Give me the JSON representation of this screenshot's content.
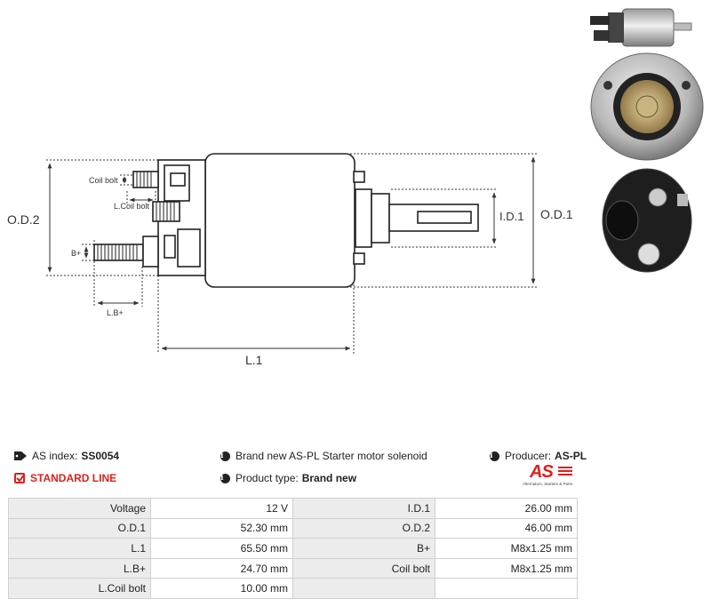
{
  "labels": {
    "od2": "O.D.2",
    "od1": "O.D.1",
    "id1": "I.D.1",
    "l1": "L.1",
    "bplus": "B+",
    "lbplus": "L.B+",
    "coil_bolt": "Coil bolt",
    "l_coil_bolt": "L.Coil bolt"
  },
  "info": {
    "as_index_label": "AS index:",
    "as_index_value": "SS0054",
    "standard_line": "STANDARD LINE",
    "description": "Brand new AS-PL Starter motor solenoid",
    "product_type_label": "Product type:",
    "product_type_value": "Brand new",
    "producer_label": "Producer:",
    "producer_value": "AS-PL"
  },
  "logo": {
    "mark": "AS",
    "tagline": "Alternators, Starters & Parts"
  },
  "specs": [
    {
      "k1": "Voltage",
      "v1": "12 V",
      "k2": "I.D.1",
      "v2": "26.00 mm"
    },
    {
      "k1": "O.D.1",
      "v1": "52.30 mm",
      "k2": "O.D.2",
      "v2": "46.00 mm"
    },
    {
      "k1": "L.1",
      "v1": "65.50 mm",
      "k2": "B+",
      "v2": "M8x1.25 mm"
    },
    {
      "k1": "L.B+",
      "v1": "24.70 mm",
      "k2": "Coil bolt",
      "v2": "M8x1.25 mm"
    },
    {
      "k1": "L.Coil bolt",
      "v1": "10.00 mm",
      "k2": "",
      "v2": ""
    }
  ],
  "colors": {
    "accent": "#e0201c",
    "dimension_line": "#333333"
  }
}
